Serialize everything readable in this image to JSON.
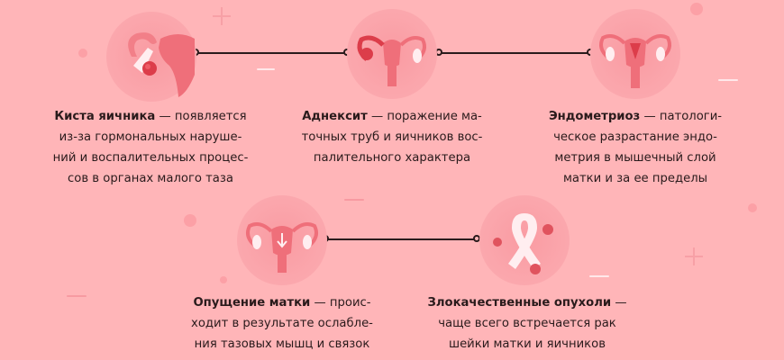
{
  "colors": {
    "background": "#ffb5b8",
    "circle": "#f9a0a6",
    "organ": "#ef6f7a",
    "organ_dark": "#dc3d4a",
    "text": "#2a1b1c",
    "connector": "#2a1b1c"
  },
  "icons": {
    "ovarian_cyst": "ovary-cyst-icon",
    "adnexitis": "uterus-inflamed-tubes-icon",
    "endometriosis": "uterus-endometrium-icon",
    "prolapse": "uterus-down-arrow-icon",
    "cancer": "awareness-ribbon-icon"
  },
  "cards": [
    {
      "title": "Киста яичника",
      "lines": [
        "— появляется",
        "из-за гормональных наруше-",
        "ний и воспалительных процес-",
        "сов в органах малого таза"
      ]
    },
    {
      "title": "Аднексит",
      "lines": [
        "— поражение ма-",
        "точных труб и яичников вос-",
        "палительного характера"
      ]
    },
    {
      "title": "Эндометриоз",
      "lines": [
        "— патологи-",
        "ческое разрастание эндо-",
        "метрия в мышечный слой",
        "матки и за ее пределы"
      ]
    },
    {
      "title": "Опущение матки",
      "lines": [
        "— проис-",
        "ходит в результате ослабле-",
        "ния тазовых мышц и связок"
      ]
    },
    {
      "title": "Злокачественные опухоли",
      "lines": [
        "—",
        "чаще всего встречается рак",
        "шейки матки и яичников"
      ]
    }
  ]
}
